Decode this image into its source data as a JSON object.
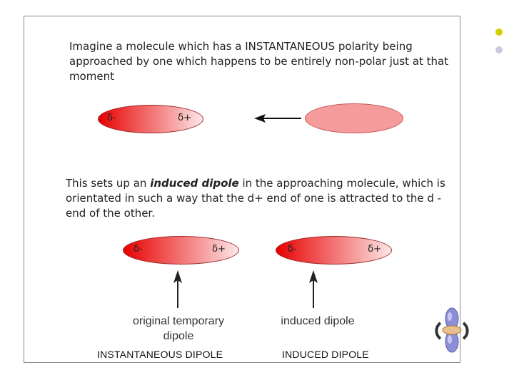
{
  "paragraph1": "Imagine a molecule which has a INSTANTANEOUS polarity being approached by one which happens to be entirely non-polar just at that moment",
  "paragraph2": {
    "before": "This sets up an ",
    "emphasis": "induced dipole",
    "after": " in the approaching molecule, which is orientated in such a way that the d+ end of one is attracted to the d - end of the other."
  },
  "delta_minus": "δ-",
  "delta_plus": "δ+",
  "captions": {
    "left": [
      "original temporary",
      "dipole"
    ],
    "right": "induced dipole"
  },
  "headings": {
    "left": "INSTANTANEOUS DIPOLE",
    "right": "INDUCED DIPOLE"
  },
  "colors": {
    "dipole_strong": "#e60000",
    "dipole_light": "#fde6e6",
    "nonpolar": "#f59b9b",
    "bullet_yellow": "#d4d000",
    "bullet_grey": "#c8cbe0"
  }
}
